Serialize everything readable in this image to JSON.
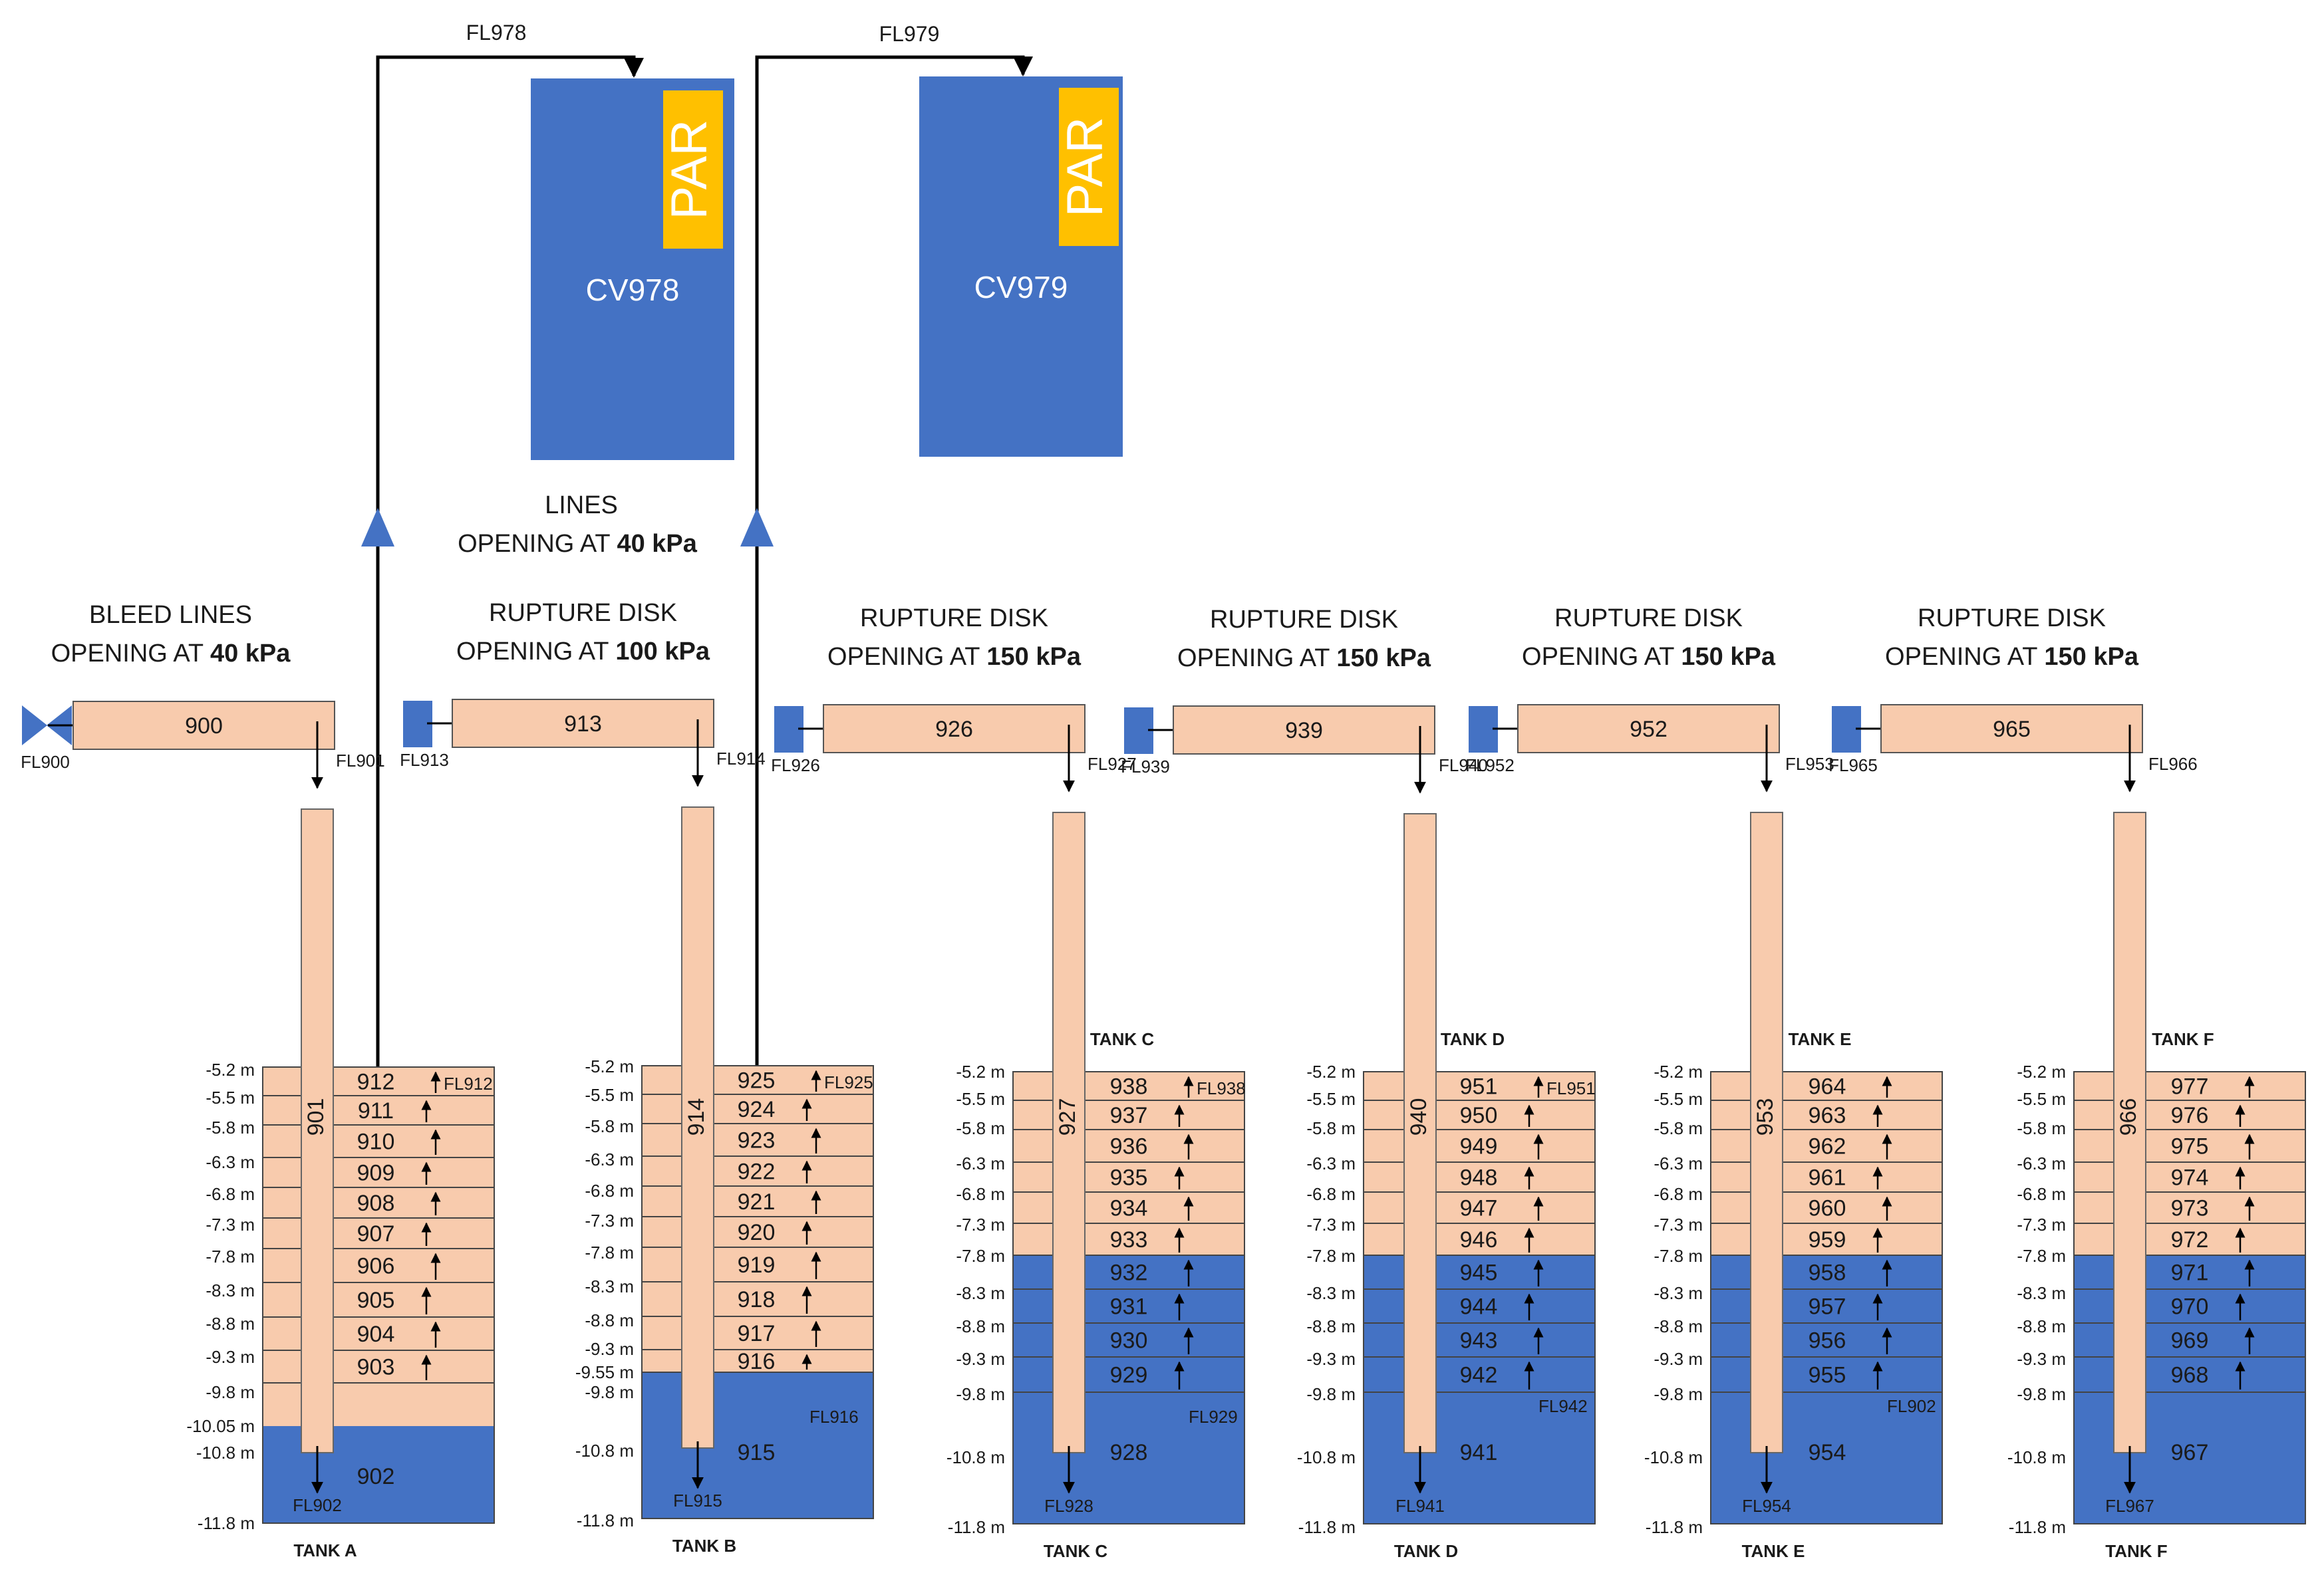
{
  "colors": {
    "gas": "#F8CBAD",
    "water": "#4472C4",
    "par": "#FFC000",
    "line": "#000000"
  },
  "upper_labels": {
    "lines_line1": "LINES",
    "lines_line2_prefix": "OPENING AT ",
    "lines_line2_bold": "40 kPa"
  },
  "flows": {
    "fl978": "FL978",
    "fl979": "FL979"
  },
  "containments": [
    {
      "name": "CV978",
      "par": "PAR"
    },
    {
      "name": "CV979",
      "par": "PAR"
    }
  ],
  "tanks": [
    {
      "hdr1": "BLEED LINES",
      "hdr2_prefix": "OPENING AT ",
      "hdr2_bold": "40 kPa",
      "inlet_device": "valve",
      "inlet_fl": "FL900",
      "header_vol": "900",
      "drop_fl": "FL901",
      "pipe_vol": "901",
      "top_label": "",
      "bottom_label": "TANK A",
      "top_fl_label": "FL912",
      "water_fl_label": "",
      "bottom_fl": "FL902",
      "bottom_vol": "902",
      "levels": [
        "-5.2 m",
        "-5.5 m",
        "-5.8 m",
        "-6.3 m",
        "-6.8 m",
        "-7.3 m",
        "-7.8 m",
        "-8.3 m",
        "-8.8 m",
        "-9.3 m",
        "-9.8 m",
        "-10.05 m",
        "-10.8 m",
        "-11.8 m"
      ],
      "gas_cells": [
        "912",
        "911",
        "910",
        "909",
        "908",
        "907",
        "906",
        "905",
        "904",
        "903"
      ],
      "water_cells": []
    },
    {
      "hdr1": "RUPTURE DISK",
      "hdr2_prefix": "OPENING AT ",
      "hdr2_bold": "100 kPa",
      "inlet_device": "disk",
      "inlet_fl": "FL913",
      "header_vol": "913",
      "drop_fl": "FL914",
      "pipe_vol": "914",
      "top_label": "",
      "bottom_label": "TANK B",
      "top_fl_label": "FL925",
      "water_fl_label": "FL916",
      "bottom_fl": "FL915",
      "bottom_vol": "915",
      "levels": [
        "-5.2 m",
        "-5.5 m",
        "-5.8 m",
        "-6.3 m",
        "-6.8 m",
        "-7.3 m",
        "-7.8 m",
        "-8.3 m",
        "-8.8 m",
        "-9.3 m",
        "-9.55 m",
        "-9.8 m",
        "-10.8 m",
        "-11.8 m"
      ],
      "gas_cells": [
        "925",
        "924",
        "923",
        "922",
        "921",
        "920",
        "919",
        "918",
        "917",
        "916"
      ],
      "water_cells": []
    },
    {
      "hdr1": "RUPTURE DISK",
      "hdr2_prefix": "OPENING AT ",
      "hdr2_bold": "150 kPa",
      "inlet_device": "disk",
      "inlet_fl": "FL926",
      "header_vol": "926",
      "drop_fl": "FL927",
      "pipe_vol": "927",
      "top_label": "TANK C",
      "bottom_label": "TANK C",
      "top_fl_label": "FL938",
      "water_fl_label": "FL929",
      "bottom_fl": "FL928",
      "bottom_vol": "928",
      "levels": [
        "-5.2 m",
        "-5.5 m",
        "-5.8 m",
        "-6.3 m",
        "-6.8 m",
        "-7.3 m",
        "-7.8 m",
        "-8.3 m",
        "-8.8 m",
        "-9.3 m",
        "-9.8 m",
        "-10.8 m",
        "-11.8 m"
      ],
      "gas_cells": [
        "938",
        "937",
        "936",
        "935",
        "934",
        "933"
      ],
      "water_cells": [
        "932",
        "931",
        "930",
        "929"
      ]
    },
    {
      "hdr1": "RUPTURE DISK",
      "hdr2_prefix": "OPENING AT ",
      "hdr2_bold": "150 kPa",
      "inlet_device": "disk",
      "inlet_fl": "FL939",
      "header_vol": "939",
      "drop_fl": "FL940",
      "pipe_vol": "940",
      "top_label": "TANK D",
      "bottom_label": "TANK D",
      "top_fl_label": "FL951",
      "water_fl_label": "FL942",
      "bottom_fl": "FL941",
      "bottom_vol": "941",
      "levels": [
        "-5.2 m",
        "-5.5 m",
        "-5.8 m",
        "-6.3 m",
        "-6.8 m",
        "-7.3 m",
        "-7.8 m",
        "-8.3 m",
        "-8.8 m",
        "-9.3 m",
        "-9.8 m",
        "-10.8 m",
        "-11.8 m"
      ],
      "gas_cells": [
        "951",
        "950",
        "949",
        "948",
        "947",
        "946"
      ],
      "water_cells": [
        "945",
        "944",
        "943",
        "942"
      ]
    },
    {
      "hdr1": "RUPTURE DISK",
      "hdr2_prefix": "OPENING AT ",
      "hdr2_bold": "150 kPa",
      "inlet_device": "disk",
      "inlet_fl": "FL952",
      "header_vol": "952",
      "drop_fl": "FL953",
      "pipe_vol": "953",
      "top_label": "TANK E",
      "bottom_label": "TANK E",
      "top_fl_label": "",
      "water_fl_label": "FL902",
      "bottom_fl": "FL954",
      "bottom_vol": "954",
      "levels": [
        "-5.2 m",
        "-5.5 m",
        "-5.8 m",
        "-6.3 m",
        "-6.8 m",
        "-7.3 m",
        "-7.8 m",
        "-8.3 m",
        "-8.8 m",
        "-9.3 m",
        "-9.8 m",
        "-10.8 m",
        "-11.8 m"
      ],
      "gas_cells": [
        "964",
        "963",
        "962",
        "961",
        "960",
        "959"
      ],
      "water_cells": [
        "958",
        "957",
        "956",
        "955"
      ]
    },
    {
      "hdr1": "RUPTURE DISK",
      "hdr2_prefix": "OPENING AT ",
      "hdr2_bold": "150 kPa",
      "inlet_device": "disk",
      "inlet_fl": "FL965",
      "header_vol": "965",
      "drop_fl": "FL966",
      "pipe_vol": "966",
      "top_label": "TANK F",
      "bottom_label": "TANK F",
      "top_fl_label": "",
      "water_fl_label": "",
      "bottom_fl": "FL967",
      "bottom_vol": "967",
      "levels": [
        "-5.2 m",
        "-5.5 m",
        "-5.8 m",
        "-6.3 m",
        "-6.8 m",
        "-7.3 m",
        "-7.8 m",
        "-8.3 m",
        "-8.8 m",
        "-9.3 m",
        "-9.8 m",
        "-10.8 m",
        "-11.8 m"
      ],
      "gas_cells": [
        "977",
        "976",
        "975",
        "974",
        "973",
        "972"
      ],
      "water_cells": [
        "971",
        "970",
        "969",
        "968"
      ]
    }
  ]
}
